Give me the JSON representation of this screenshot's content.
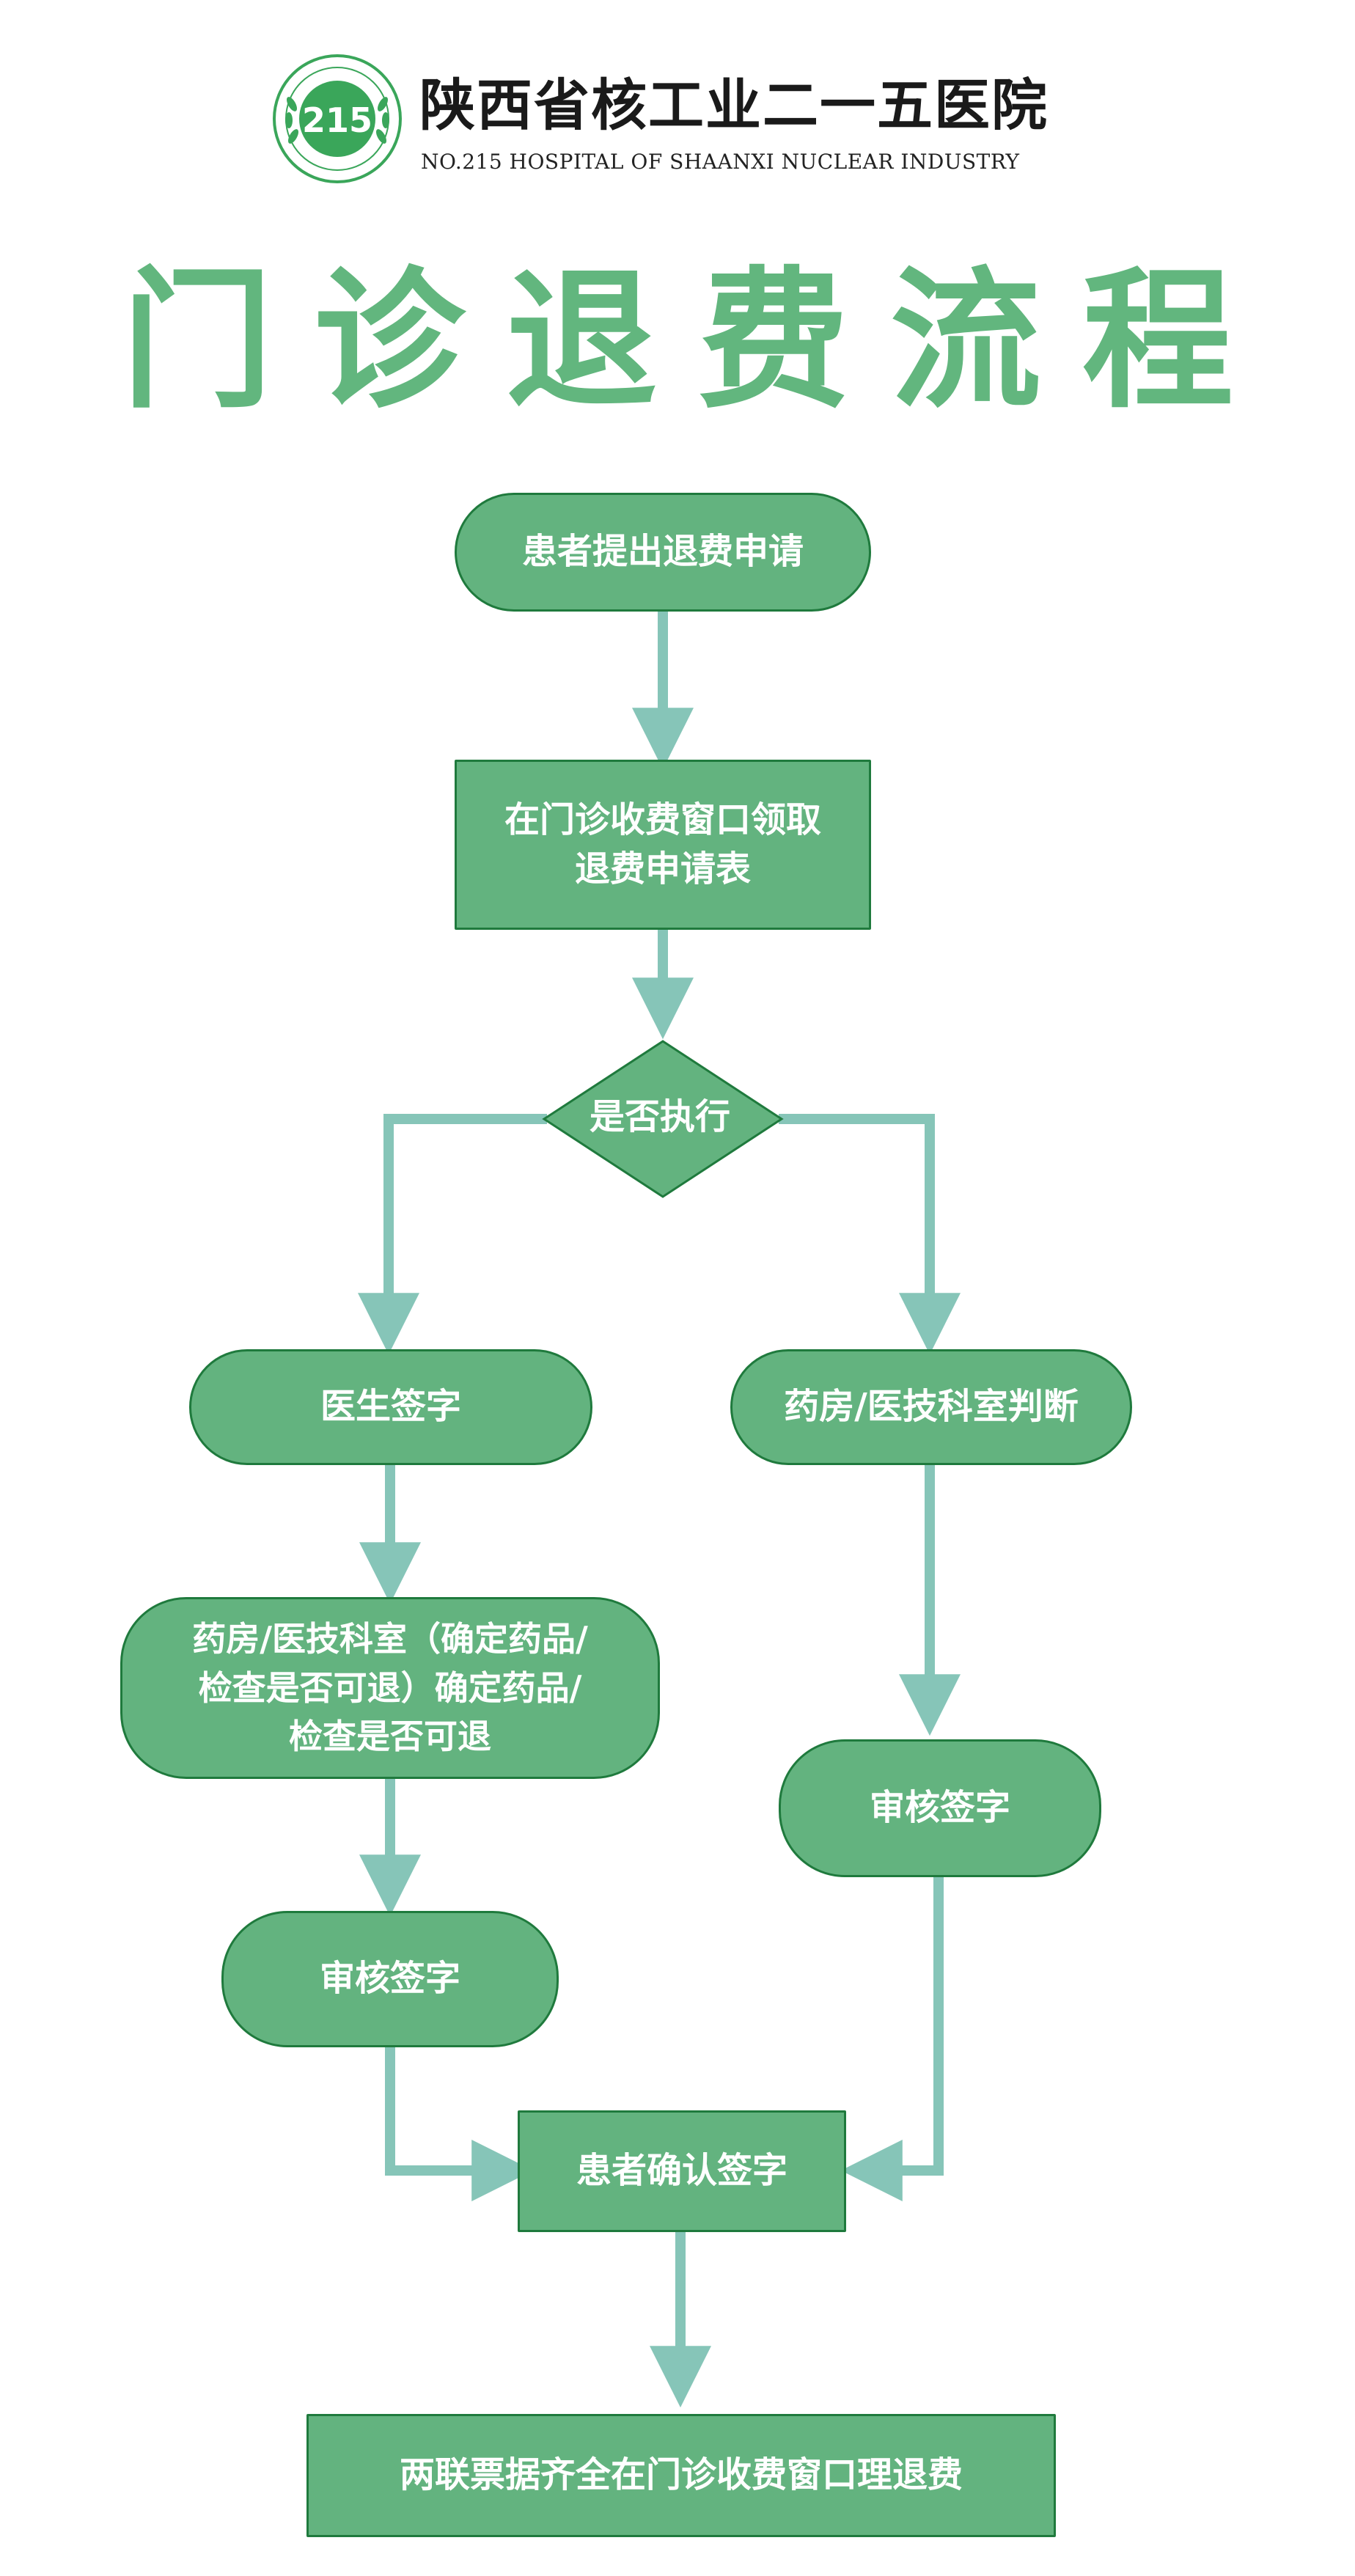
{
  "header": {
    "logo_number": "215",
    "logo_caption": "",
    "hospital_name": "陕西省核工业二一五医院",
    "hospital_name_en": "NO.215 HOSPITAL OF SHAANXI NUCLEAR INDUSTRY"
  },
  "title": "门诊退费流程",
  "flow": {
    "step1": "患者提出退费申请",
    "step2": "在门诊收费窗口领取\n退费申请表",
    "decision": "是否执行",
    "left_step1": "医生签字",
    "left_step2": "药房/医技科室（确定药品/\n检查是否可退）确定药品/\n检查是否可退",
    "left_step3": "审核签字",
    "right_step1": "药房/医技科室判断",
    "right_step2": "审核签字",
    "confirm": "患者确认签字",
    "final": "两联票据齐全在门诊收费窗口理退费"
  },
  "colors": {
    "node_fill": "#63b37f",
    "node_border": "#1f7a3d",
    "arrow": "#86c5b8",
    "title": "#62b67e",
    "text": "#ffffff"
  }
}
